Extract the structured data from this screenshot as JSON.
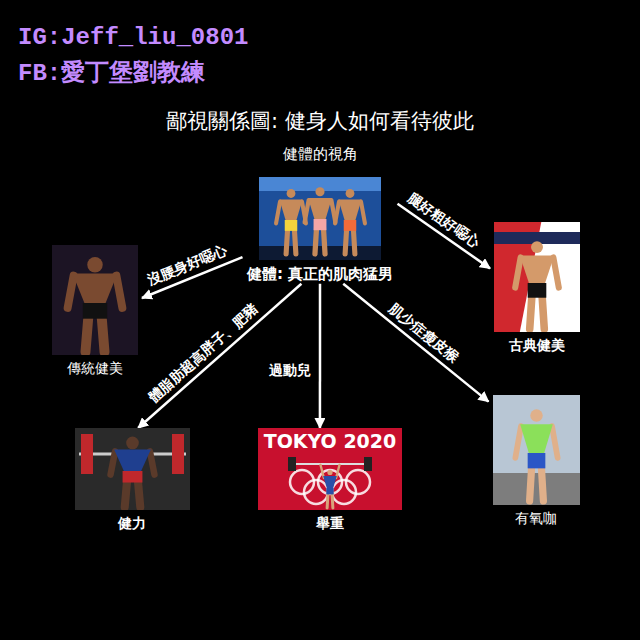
{
  "diagram": {
    "title": "鄙視關係圖: 健身人如何看待彼此",
    "nodes": [
      {
        "text": [
          "健體: 真正的肌肉猛男"
        ]
      },
      {
        "text": [
          "傳統健美"
        ]
      },
      {
        "text": [
          "古典健美"
        ]
      },
      {
        "text": [
          "健力"
        ]
      },
      {
        "text": [
          "舉重"
        ]
      },
      {
        "text": [
          "有氧咖"
        ]
      }
    ],
    "edges": [
      {
        "from": 0,
        "to": 1,
        "label": "沒腰身好噁心",
        "arrow": "to"
      },
      {
        "from": 0,
        "to": 2,
        "label": "腿好粗好噁心",
        "arrow": "to"
      },
      {
        "from": 0,
        "to": 3,
        "label": "體脂肪超高胖子、肥豬",
        "arrow": "to"
      },
      {
        "from": 0,
        "to": 4,
        "label": "過動兒",
        "arrow": "to"
      },
      {
        "from": 0,
        "to": 5,
        "label": "肌少症瘦皮猴",
        "arrow": "to"
      }
    ],
    "labels": [
      "IG:Jeff_liu_0801",
      "FB:愛丁堡劉教練",
      "健體的視角",
      "TOKYO 2020"
    ]
  }
}
